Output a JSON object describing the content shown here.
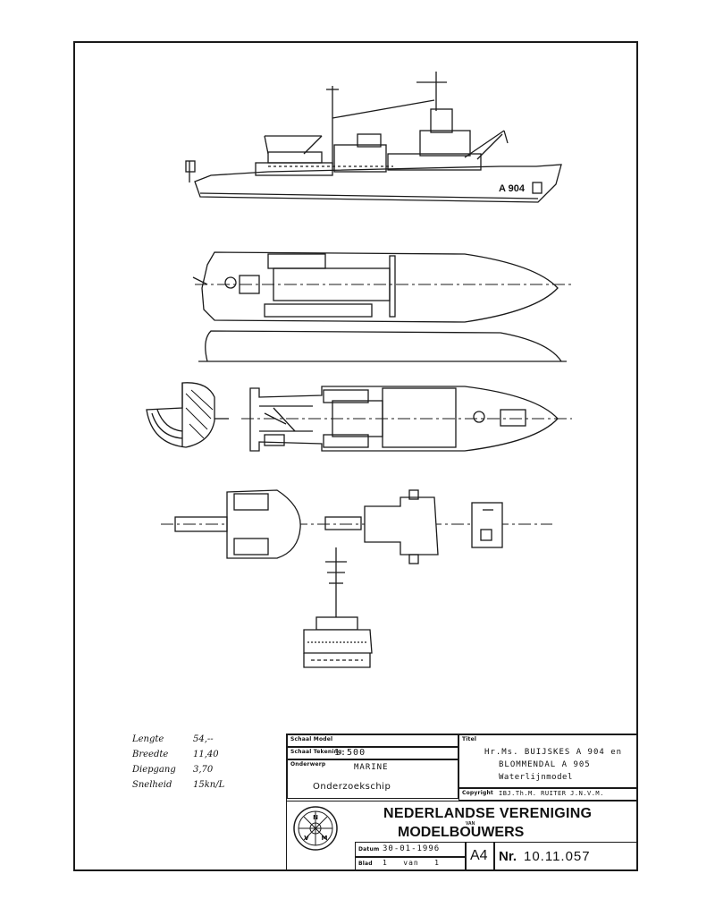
{
  "specs": [
    {
      "label": "Lengte",
      "value": "54,--"
    },
    {
      "label": "Breedte",
      "value": "11,40"
    },
    {
      "label": "Diepgang",
      "value": "3,70"
    },
    {
      "label": "Snelheid",
      "value": "15kn/L"
    }
  ],
  "hull_marking": "A 904",
  "title_block": {
    "schaal_model_label": "Schaal Model",
    "schaal_tekening_label": "Schaal Tekening",
    "schaal_tekening": "1:500",
    "onderwerp_label": "Onderwerp",
    "onderwerp": "MARINE",
    "onderwerp_sub": "Onderzoekschip",
    "titel_label": "Titel",
    "titel_line1": "Hr.Ms. BUIJSKES A 904 en",
    "titel_line2": "BLOMMENDAL A 905",
    "titel_line3": "Waterlijnmodel",
    "copyright_label": "Copyright",
    "copyright": "IBJ.Th.M. RUITER J.N.V.M.",
    "org_line1": "NEDERLANDSE VERENIGING",
    "org_line2": "VAN",
    "org_line3": "MODELBOUWERS",
    "datum_label": "Datum",
    "datum": "30-01-1996",
    "blad_label": "Blad",
    "blad": "1   van   1",
    "format": "A4",
    "nr_label": "Nr.",
    "nr": "10.11.057",
    "logo_letters": [
      "N",
      "V",
      "M"
    ]
  }
}
